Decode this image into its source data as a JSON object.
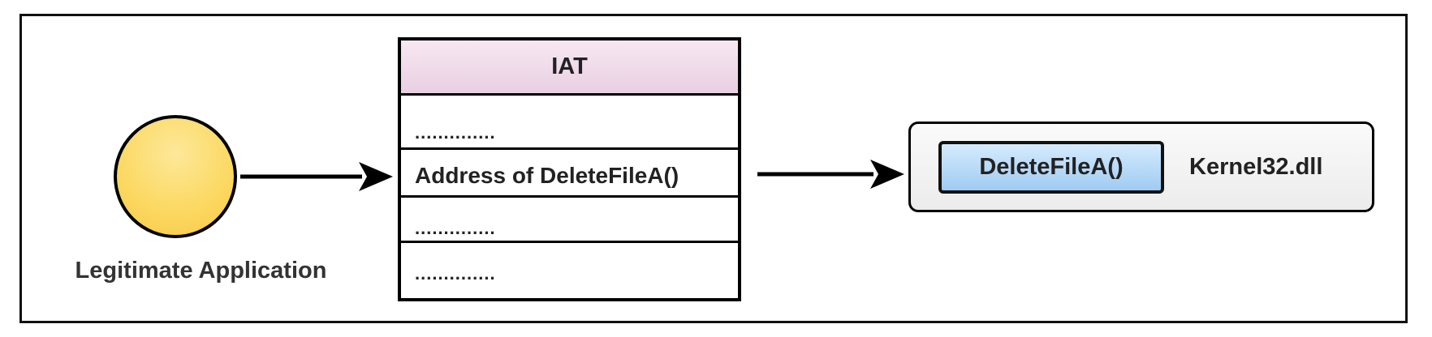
{
  "application": {
    "label": "Legitimate Application",
    "color": "#fcd860"
  },
  "iat": {
    "title": "IAT",
    "header_color": "#e9cfe2",
    "rows": [
      "..............",
      "Address of DeleteFileA()",
      "..............",
      ".............."
    ]
  },
  "dll": {
    "function": "DeleteFileA()",
    "function_color": "#9fcbf2",
    "name": "Kernel32.dll"
  }
}
